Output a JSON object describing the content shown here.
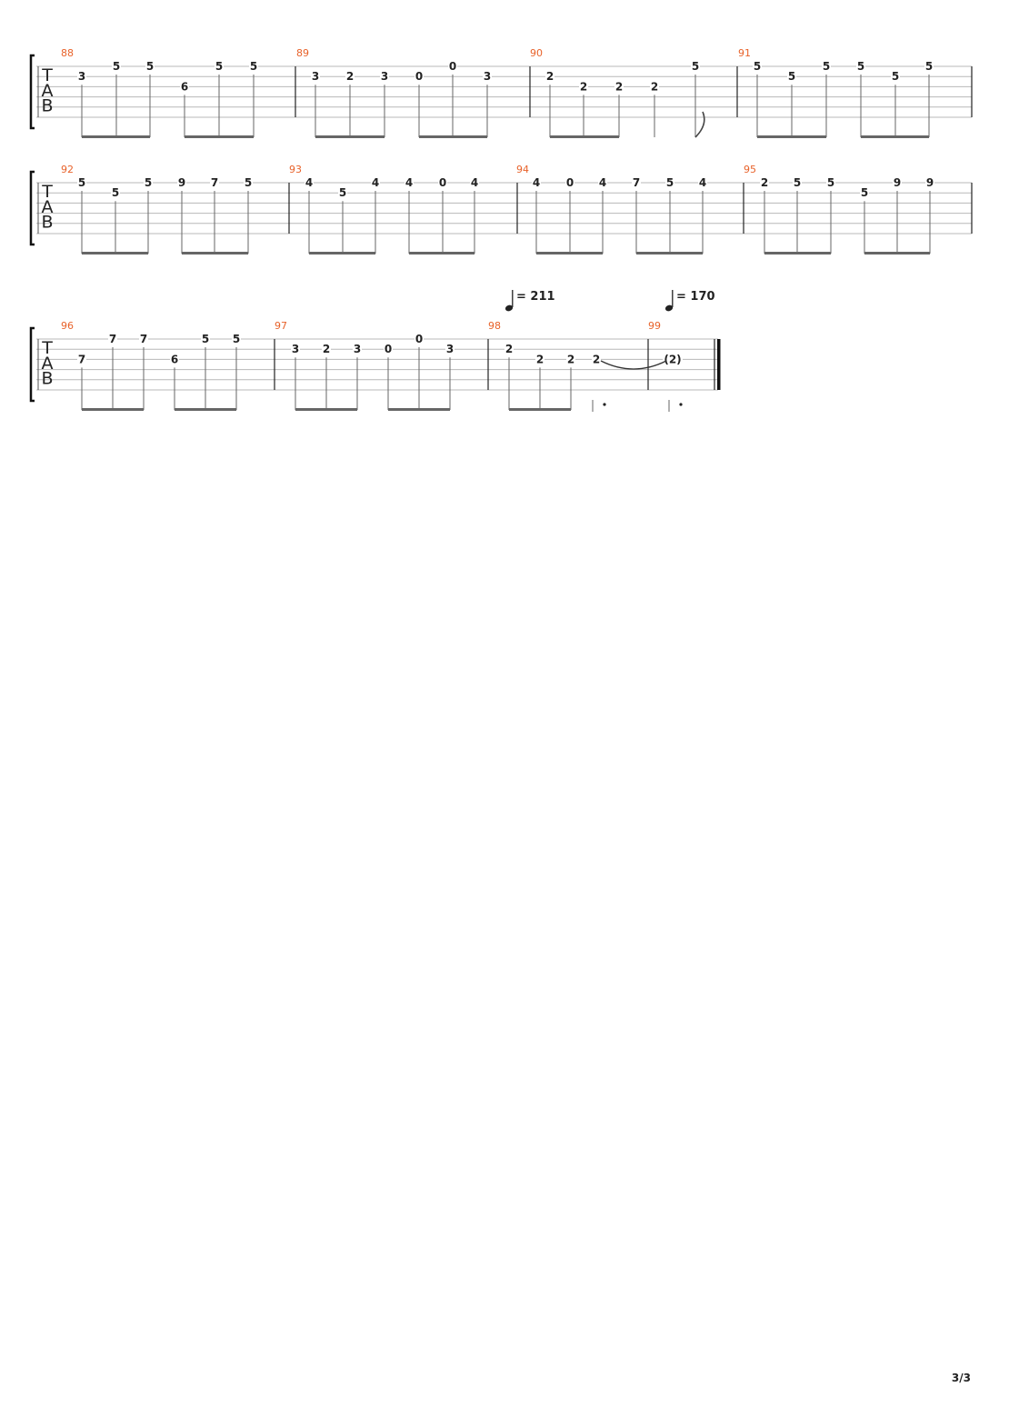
{
  "page_number": "3/3",
  "tab_clef": [
    "T",
    "A",
    "B"
  ],
  "tempo_marks": [
    {
      "bpm": "211",
      "label": "= 211"
    },
    {
      "bpm": "170",
      "label": "= 170"
    }
  ],
  "systems": [
    {
      "measures": [
        {
          "number": "88",
          "beams": [
            [
              {
                "f": "3",
                "s": 2
              },
              {
                "f": "5",
                "s": 1
              },
              {
                "f": "5",
                "s": 1
              }
            ],
            [
              {
                "f": "6",
                "s": 3
              },
              {
                "f": "5",
                "s": 1
              },
              {
                "f": "5",
                "s": 1
              }
            ]
          ]
        },
        {
          "number": "89",
          "beams": [
            [
              {
                "f": "3",
                "s": 2
              },
              {
                "f": "2",
                "s": 2
              },
              {
                "f": "3",
                "s": 2
              }
            ],
            [
              {
                "f": "0",
                "s": 2
              },
              {
                "f": "0",
                "s": 1
              },
              {
                "f": "3",
                "s": 2
              }
            ]
          ]
        },
        {
          "number": "90",
          "beams": [
            [
              {
                "f": "2",
                "s": 2
              },
              {
                "f": "2",
                "s": 3
              },
              {
                "f": "2",
                "s": 3
              }
            ]
          ],
          "singles": [
            {
              "f": "2",
              "s": 3
            },
            {
              "f": "5",
              "s": 1,
              "flag": true
            }
          ]
        },
        {
          "number": "91",
          "beams": [
            [
              {
                "f": "5",
                "s": 1
              },
              {
                "f": "5",
                "s": 2
              },
              {
                "f": "5",
                "s": 1
              }
            ],
            [
              {
                "f": "5",
                "s": 1
              },
              {
                "f": "5",
                "s": 2
              },
              {
                "f": "5",
                "s": 1
              }
            ]
          ]
        }
      ]
    },
    {
      "measures": [
        {
          "number": "92",
          "beams": [
            [
              {
                "f": "5",
                "s": 1
              },
              {
                "f": "5",
                "s": 2
              },
              {
                "f": "5",
                "s": 1
              }
            ],
            [
              {
                "f": "9",
                "s": 1
              },
              {
                "f": "7",
                "s": 1
              },
              {
                "f": "5",
                "s": 1
              }
            ]
          ]
        },
        {
          "number": "93",
          "beams": [
            [
              {
                "f": "4",
                "s": 1
              },
              {
                "f": "5",
                "s": 2
              },
              {
                "f": "4",
                "s": 1
              }
            ],
            [
              {
                "f": "4",
                "s": 1
              },
              {
                "f": "0",
                "s": 1
              },
              {
                "f": "4",
                "s": 1
              }
            ]
          ]
        },
        {
          "number": "94",
          "beams": [
            [
              {
                "f": "4",
                "s": 1
              },
              {
                "f": "0",
                "s": 1
              },
              {
                "f": "4",
                "s": 1
              }
            ],
            [
              {
                "f": "7",
                "s": 1
              },
              {
                "f": "5",
                "s": 1
              },
              {
                "f": "4",
                "s": 1
              }
            ]
          ]
        },
        {
          "number": "95",
          "beams": [
            [
              {
                "f": "2",
                "s": 1
              },
              {
                "f": "5",
                "s": 1
              },
              {
                "f": "5",
                "s": 1
              }
            ],
            [
              {
                "f": "5",
                "s": 2
              },
              {
                "f": "9",
                "s": 1
              },
              {
                "f": "9",
                "s": 1
              }
            ]
          ]
        }
      ]
    },
    {
      "measures": [
        {
          "number": "96",
          "beams": [
            [
              {
                "f": "7",
                "s": 3
              },
              {
                "f": "7",
                "s": 1
              },
              {
                "f": "7",
                "s": 1
              }
            ],
            [
              {
                "f": "6",
                "s": 3
              },
              {
                "f": "5",
                "s": 1
              },
              {
                "f": "5",
                "s": 1
              }
            ]
          ]
        },
        {
          "number": "97",
          "beams": [
            [
              {
                "f": "3",
                "s": 2
              },
              {
                "f": "2",
                "s": 2
              },
              {
                "f": "3",
                "s": 2
              }
            ],
            [
              {
                "f": "0",
                "s": 2
              },
              {
                "f": "0",
                "s": 1
              },
              {
                "f": "3",
                "s": 2
              }
            ]
          ]
        },
        {
          "number": "98",
          "beams": [
            [
              {
                "f": "2",
                "s": 2
              },
              {
                "f": "2",
                "s": 3
              },
              {
                "f": "2",
                "s": 3
              }
            ]
          ],
          "singles": [
            {
              "f": "2",
              "s": 3,
              "dot": true
            }
          ]
        },
        {
          "number": "99",
          "singles": [
            {
              "f": "(2)",
              "s": 3,
              "dot": true
            }
          ]
        }
      ]
    }
  ]
}
